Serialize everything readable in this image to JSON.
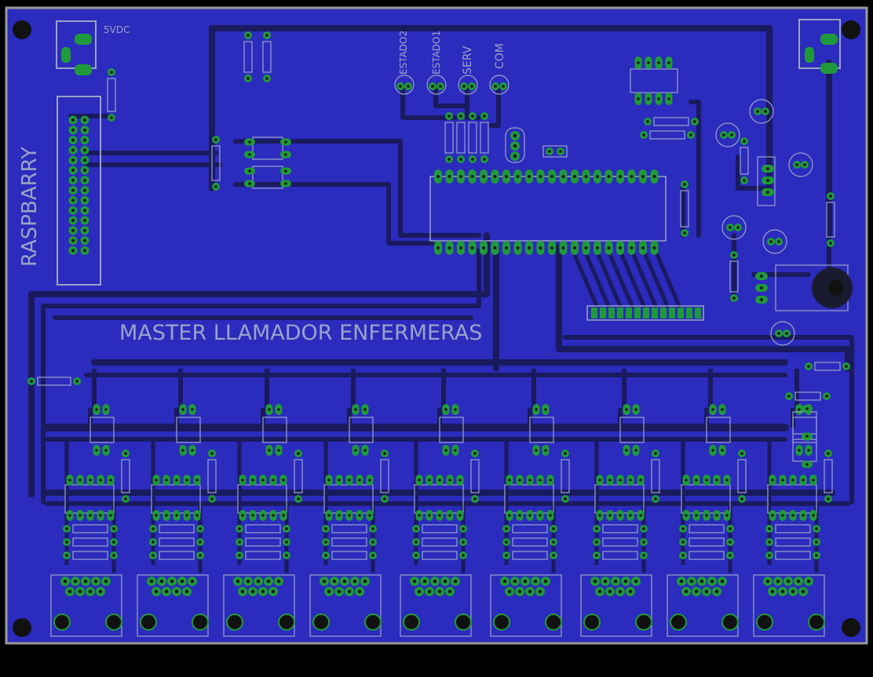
{
  "board": {
    "title": "MASTER LLAMADOR ENFERMERAS",
    "side_label": "RASPBARRY",
    "power_label": "5VDC",
    "indicator_labels": [
      "ESTADO2",
      "ESTADO1",
      "SERV",
      "COM"
    ],
    "channel_count": 9
  },
  "colors": {
    "background": "#000000",
    "board_fill": "#2b2bbd",
    "trace": "#1a1a5e",
    "pad": "#1f9a3a",
    "drill": "#1c1c1c",
    "silkscreen": "#9aa3c8",
    "outline": "#9a9a9a"
  }
}
